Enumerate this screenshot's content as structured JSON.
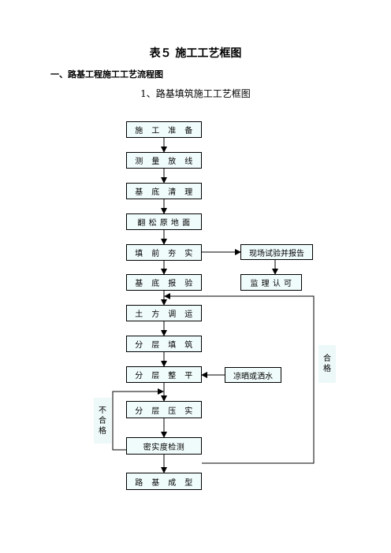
{
  "title": "表５ 施工工艺框图",
  "section": "一、路基工程施工工艺流程图",
  "subtitle": "1、路基填筑施工工艺框图",
  "steps": {
    "s1": "施　工　准　备",
    "s2": "测　量　放　线",
    "s3": "基　底　清　理",
    "s4": "翻 松 原 地 面",
    "s5": "填　前　夯　实",
    "s6": "基　底　报　验",
    "s7": "土　方　调　运",
    "s8": "分　层　填　筑",
    "s9": "分　层　整　平",
    "s10": "分　层　压　实",
    "s11": "密实度检测",
    "s12": "路　基　成　型"
  },
  "side_boxes": {
    "test_report": "现场试验并报告",
    "supervisor": "监 理 认 可",
    "dry_water": "凉晒或洒水"
  },
  "labels": {
    "pass": [
      "合",
      "格"
    ],
    "fail": [
      "不",
      "合",
      "格"
    ]
  }
}
